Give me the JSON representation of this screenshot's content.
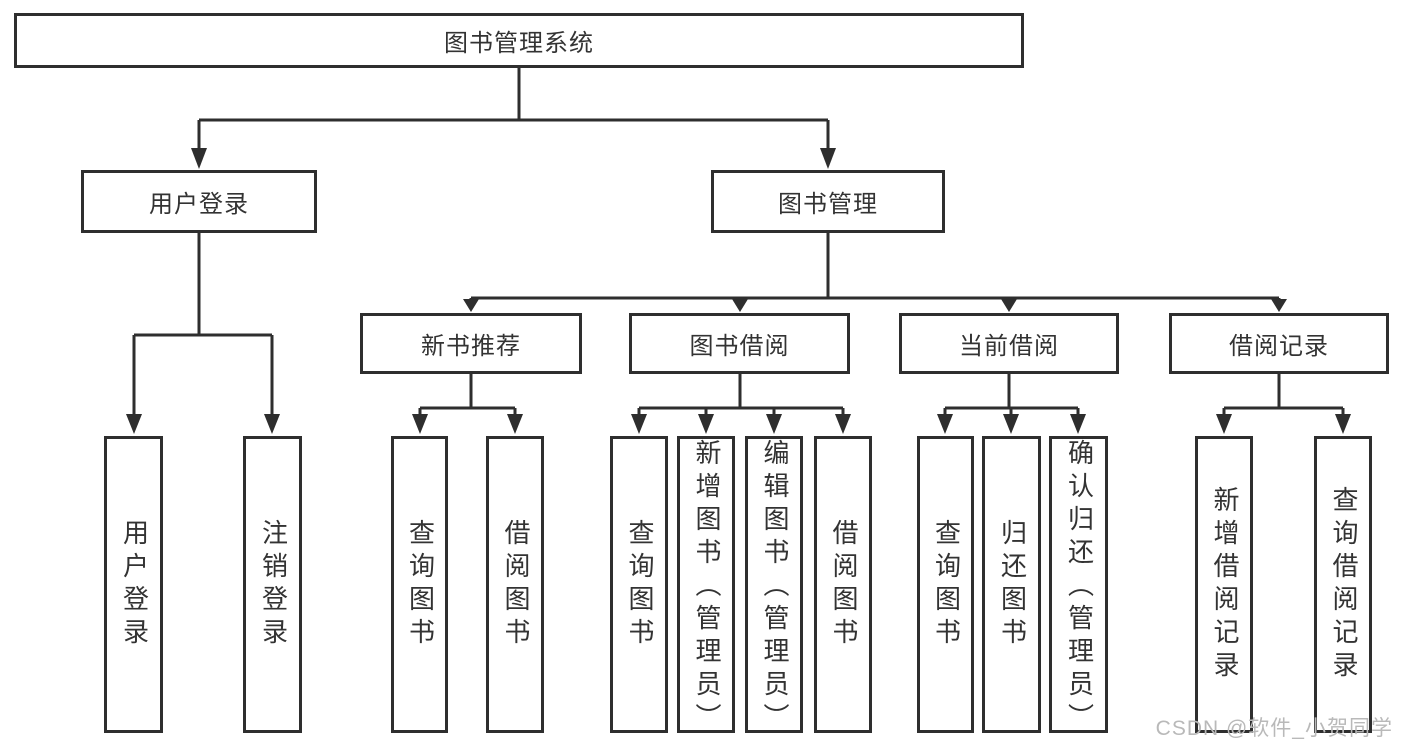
{
  "watermark": "CSDN @软件_小贺同学",
  "colors": {
    "line": "#2e2e2e",
    "box_border": "#2e2e2e",
    "box_fill": "#ffffff",
    "text": "#333333",
    "watermark": "#b9b9b9",
    "background": "#ffffff"
  },
  "tree": {
    "root": {
      "label": "图书管理系统"
    },
    "branches": [
      {
        "label": "用户登录",
        "leaves": [
          {
            "label": "用户登录"
          },
          {
            "label": "注销登录"
          }
        ]
      },
      {
        "label": "图书管理",
        "groups": [
          {
            "label": "新书推荐",
            "leaves": [
              {
                "label": "查询图书"
              },
              {
                "label": "借阅图书"
              }
            ]
          },
          {
            "label": "图书借阅",
            "leaves": [
              {
                "label": "查询图书"
              },
              {
                "label": "新增图书（管理员）"
              },
              {
                "label": "编辑图书（管理员）"
              },
              {
                "label": "借阅图书"
              }
            ]
          },
          {
            "label": "当前借阅",
            "leaves": [
              {
                "label": "查询图书"
              },
              {
                "label": "归还图书"
              },
              {
                "label": "确认归还（管理员）"
              }
            ]
          },
          {
            "label": "借阅记录",
            "leaves": [
              {
                "label": "新增借阅记录"
              },
              {
                "label": "查询借阅记录"
              }
            ]
          }
        ]
      }
    ]
  }
}
